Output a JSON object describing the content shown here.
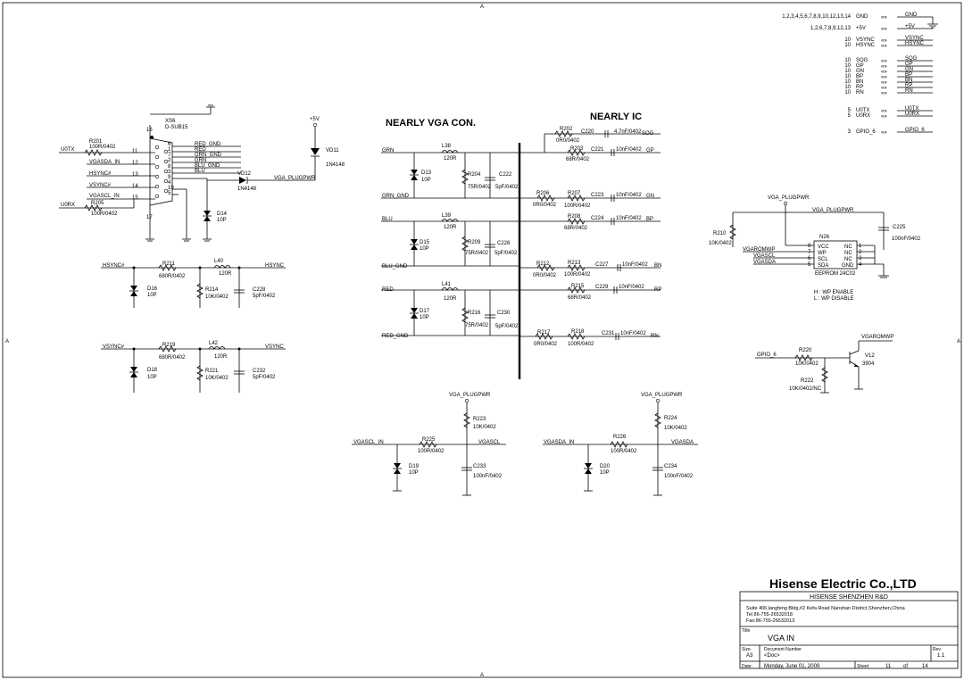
{
  "frame": {
    "mark_top": "A",
    "mark_bottom": "A",
    "mark_left": "A",
    "mark_right": "A"
  },
  "headings": {
    "vga_con": "NEARLY VGA CON.",
    "ic": "NEARLY IC"
  },
  "connector": {
    "ref": "XS6",
    "part": "D-SUB15",
    "pin_labels": [
      "RED_GND",
      "RED",
      "GRN_GND",
      "GRN",
      "BLU_GND",
      "BLU"
    ],
    "pin_numbers": [
      "6",
      "1",
      "7",
      "2",
      "8",
      "3",
      "9",
      "4",
      "10",
      "5",
      "11",
      "12",
      "13",
      "14",
      "15",
      "16",
      "17"
    ]
  },
  "left_nets": {
    "u0tx": "U0TX",
    "r201": "R201",
    "r201v": "100R/0402",
    "vgasda_in": "VGASDA_IN",
    "hsync": "HSYNC#",
    "vsync": "VSYNC#",
    "vgascl_in": "VGASCL_IN",
    "u0rx": "U0RX",
    "r205": "R205",
    "r205v": "100R/0402",
    "vga_plugpwr": "VGA_PLUGPWR",
    "p5v": "+5V",
    "vd11": "VD11",
    "vd11v": "1N4148",
    "vd12": "VD12",
    "vd12v": "1N4148",
    "d14": "D14",
    "d14v": "10P"
  },
  "hsync_block": {
    "in": "HSYNC#",
    "r211": "R211",
    "r211v": "680R/0402",
    "l40": "L40",
    "l40v": "120R",
    "out": "HSYNC",
    "d16": "D16",
    "d16v": "10P",
    "r214": "R214",
    "r214v": "10K/0402",
    "c228": "C228",
    "c228v": "5pF/0402"
  },
  "vsync_block": {
    "in": "VSYNC#",
    "r219": "R219",
    "r219v": "680R/0402",
    "l42": "L42",
    "l42v": "120R",
    "out": "VSYNC",
    "d18": "D18",
    "d18v": "10P",
    "r221": "R221",
    "r221v": "10K/0402",
    "c232": "C232",
    "c232v": "5pF/0402"
  },
  "rgb": {
    "grn": "GRN",
    "grn_gnd": "GRN_GND",
    "blu": "BLU",
    "blu_gnd": "BLU_GND",
    "red": "RED",
    "red_gnd": "RED_GND",
    "l38": "L38",
    "l38v": "120R",
    "l39": "L39",
    "l39v": "120R",
    "l41": "L41",
    "l41v": "120R",
    "d13": "D13",
    "d13v": "10P",
    "d15": "D15",
    "d15v": "10P",
    "d17": "D17",
    "d17v": "10P",
    "r204": "R204",
    "r204v": "75R/0402",
    "c222": "C222",
    "c222v": "5pF/0402",
    "r209": "R209",
    "r209v": "75R/0402",
    "c226": "C226",
    "c226v": "5pF/0402",
    "r216": "R216",
    "r216v": "75R/0402",
    "c230": "C230",
    "c230v": "5pF/0402"
  },
  "ic_side": {
    "r202": "R202",
    "r202v": "0R0/0402",
    "c220": "C220",
    "c220v": "4.7nF/0402",
    "sog": "SOG",
    "r203": "R203",
    "r203v": "68R/0402",
    "c221": "C221",
    "c221v": "10nF/0402",
    "gp": "GP",
    "r206": "R206",
    "r206v": "0R0/0402",
    "r207": "R207",
    "r207v": "100R/0402",
    "c223": "C223",
    "c223v": "10nF/0402",
    "gn": "GN",
    "r208": "R208",
    "r208v": "68R/0402",
    "c224": "C224",
    "c224v": "10nF/0402",
    "bp": "BP",
    "r212": "R212",
    "r212v": "0R0/0402",
    "r213": "R213",
    "r213v": "100R/0402",
    "c227": "C227",
    "c227v": "10nF/0402",
    "bn": "BN",
    "r215": "R215",
    "r215v": "68R/0402",
    "c229": "C229",
    "c229v": "10nF/0402",
    "rp": "RP",
    "r217": "R217",
    "r217v": "0R0/0402",
    "r218": "R218",
    "r218v": "100R/0402",
    "c231": "C231",
    "c231v": "10nF/0402",
    "rn": "RN"
  },
  "i2c": {
    "pwr": "VGA_PLUGPWR",
    "r223": "R223",
    "r223v": "10K/0402",
    "vgascl_in": "VGASCL_IN",
    "r225": "R225",
    "r225v": "100R/0402",
    "vgascl": "VGASCL",
    "d19": "D19",
    "d19v": "10P",
    "c233": "C233",
    "c233v": "100nF/0402",
    "pwr2": "VGA_PLUGPWR",
    "r224": "R224",
    "r224v": "10K/0402",
    "vgasda_in": "VGASDA_IN",
    "r226": "R226",
    "r226v": "100R/0402",
    "vgasda": "VGASDA",
    "d20": "D20",
    "d20v": "10P",
    "c234": "C234",
    "c234v": "100nF/0402"
  },
  "eeprom": {
    "pwr": "VGA_PLUGPWR",
    "pwr2": "VGA_PLUGPWR",
    "r210": "R210",
    "r210v": "10K/0402",
    "c225": "C225",
    "c225v": "100nF/0402",
    "ref": "N26",
    "part": "EEPROM 24C02",
    "pins_l": [
      "VCC",
      "WP",
      "SCL",
      "SDA"
    ],
    "pins_r": [
      "NC",
      "NC",
      "NC",
      "GND"
    ],
    "nums_l": [
      "8",
      "7",
      "6",
      "5"
    ],
    "nums_r": [
      "1",
      "2",
      "3",
      "4"
    ],
    "nets": [
      "VGAROMWP",
      "VGASCL",
      "VGASDA"
    ],
    "note1": "H : WP ENABLE",
    "note2": "L : WP DISABLE"
  },
  "wp": {
    "net": "VGAROMWP",
    "gpio": "GPIO_6",
    "r220": "R220",
    "r220v": "10K/0402",
    "r222": "R222",
    "r222v": "10K/0402/NC",
    "v12": "V12",
    "v12v": "3904"
  },
  "ports": [
    {
      "pins": "1,2,3,4,5,6,7,8,9,10,12,13,14",
      "name": "GND",
      "net": "GND"
    },
    {
      "pins": "1,2,6,7,8,9,12,13",
      "name": "+5V",
      "net": "+5V"
    },
    {
      "pins": "10",
      "name": "VSYNC",
      "net": "VSYNC"
    },
    {
      "pins": "10",
      "name": "HSYNC",
      "net": "HSYNC"
    },
    {
      "pins": "10",
      "name": "SOG",
      "net": "SOG"
    },
    {
      "pins": "10",
      "name": "GP",
      "net": "GP"
    },
    {
      "pins": "10",
      "name": "GN",
      "net": "GN"
    },
    {
      "pins": "10",
      "name": "BP",
      "net": "BP"
    },
    {
      "pins": "10",
      "name": "BN",
      "net": "BN"
    },
    {
      "pins": "10",
      "name": "RP",
      "net": "RP"
    },
    {
      "pins": "10",
      "name": "RN",
      "net": "RN"
    },
    {
      "pins": "5",
      "name": "U0TX",
      "net": "U0TX"
    },
    {
      "pins": "5",
      "name": "U0RX",
      "net": "U0RX"
    },
    {
      "pins": "3",
      "name": "GPIO_6",
      "net": "GPIO_6"
    }
  ],
  "titleblock": {
    "company": "Hisense Electric Co.,LTD",
    "dept": "HISENSE SHENZHEN R&D",
    "addr": "Suite 406,langfeng Bldg,#2 Kefa Road Nanshan District,Shenzhen,China",
    "tel": "Tel 86-755-26532018",
    "fax": "Fax:86-755-26532013",
    "title_lbl": "Title",
    "title": "VGA IN",
    "size_lbl": "Size",
    "size": "A3",
    "docnum_lbl": "Document Number",
    "docnum": "<Doc>",
    "rev_lbl": "Rev",
    "rev": "1.1",
    "date_lbl": "Date:",
    "date": "Monday, June 01, 2009",
    "sheet_lbl": "Sheet",
    "sheet": "11",
    "of_lbl": "of",
    "of": "14"
  }
}
